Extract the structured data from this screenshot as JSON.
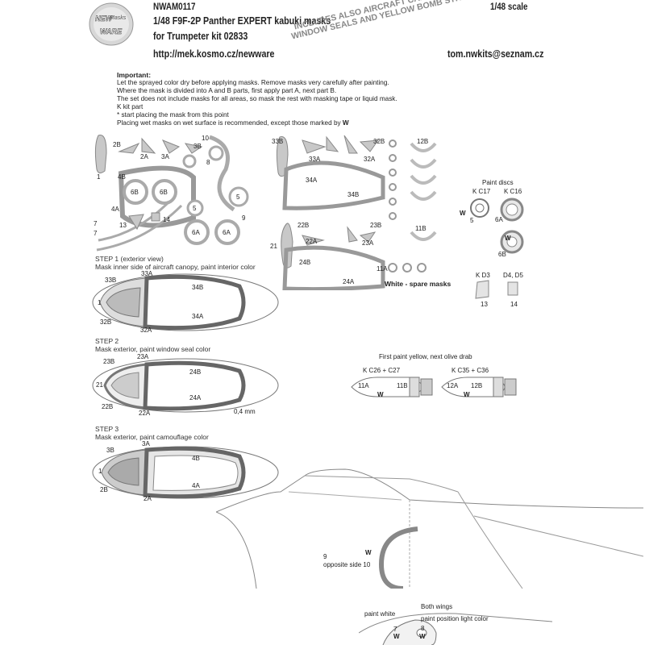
{
  "header": {
    "logo_top": "NEW",
    "logo_mid": "Masks",
    "logo_bottom": "WARE",
    "code": "NWAM0117",
    "title": "1/48 F9F-2P Panther EXPERT kabuki masks",
    "subtitle": "for Trumpeter kit 02833",
    "website": "http://mek.kosmo.cz/newware",
    "scale": "1/48 scale",
    "email": "tom.nwkits@seznam.cz",
    "slanted_note_1": "INCLUDES ALSO AIRCRAFT CANOPY INTERIOR,",
    "slanted_note_2": "WINDOW SEALS AND YELLOW BOMB STRIPES MASKS"
  },
  "important": {
    "heading": "Important:",
    "lines": [
      "Let the sprayed color dry before applying masks. Remove masks very carefully after painting.",
      "Where the mask is divided into A and B parts, first apply part A, next part B.",
      "The set does not include masks for all areas, so mask the rest with masking tape or liquid mask.",
      "K kit part",
      "*  start placing the mask from this point",
      "Placing wet masks on wet surface is recommended, except those marked by"
    ],
    "w_mark": "W"
  },
  "sheet_labels": {
    "a": [
      "2B",
      "2A",
      "3A",
      "3B",
      "10",
      "8",
      "4B",
      "6B",
      "6B",
      "1",
      "4A",
      "7",
      "7",
      "13",
      "14",
      "5",
      "5",
      "9",
      "6A",
      "6A"
    ],
    "b": [
      "33B",
      "33A",
      "32A",
      "32B",
      "34A",
      "34B",
      "12B",
      "22B",
      "22A",
      "23B",
      "23A",
      "21",
      "24B",
      "24A",
      "11B",
      "11A"
    ],
    "spare": "White - spare masks"
  },
  "paint_discs": {
    "title": "Paint discs",
    "k_c17": "K C17",
    "k_c16": "K C16",
    "w": "W",
    "n5": "5",
    "n6a": "6A",
    "n6b": "6B",
    "k_d3": "K D3",
    "d4_d5": "D4, D5",
    "n13": "13",
    "n14": "14"
  },
  "steps": [
    {
      "title": "STEP 1 (exterior view)",
      "desc": "Mask inner side of aircraft canopy, paint interior color",
      "labels": [
        "33A",
        "33B",
        "34B",
        "1",
        "34A",
        "32B",
        "32A"
      ]
    },
    {
      "title": "STEP 2",
      "desc": "Mask exterior, paint window seal color",
      "labels": [
        "23A",
        "23B",
        "24B",
        "21",
        "24A",
        "22B",
        "22A"
      ],
      "dim": "0,4 mm"
    },
    {
      "title": "STEP 3",
      "desc": "Mask exterior, paint camouflage color",
      "labels": [
        "3A",
        "3B",
        "4B",
        "1",
        "4A",
        "2B",
        "2A"
      ]
    }
  ],
  "bombs": {
    "title": "First paint yellow, next olive drab",
    "left_k": "K C26 + C27",
    "right_k": "K C35 + C36",
    "left_labels": [
      "11A",
      "11B"
    ],
    "right_labels": [
      "12A",
      "12B"
    ],
    "w": "W"
  },
  "fuselage": {
    "n9": "9",
    "opposite": "opposite side 10",
    "w": "W"
  },
  "wings": {
    "title": "Both wings",
    "paint_white": "paint white",
    "paint_light": "paint position light color",
    "n7": "7",
    "n8": "8",
    "w": "W"
  }
}
